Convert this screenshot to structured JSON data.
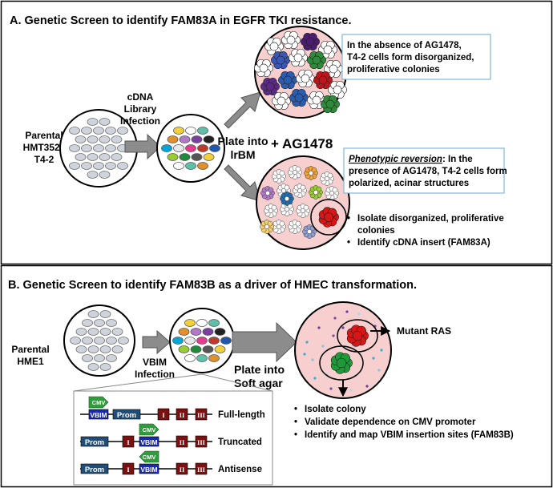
{
  "panel_a": {
    "title": "A. Genetic Screen to identify FAM83A in EGFR TKI resistance.",
    "parental": [
      "Parental",
      "HMT3522",
      "T4-2"
    ],
    "infection": [
      "cDNA",
      "Library",
      "Infection"
    ],
    "plate": [
      "Plate into",
      "lrBM"
    ],
    "drug_label": "+ AG1478",
    "box1": [
      "In the absence of AG1478,",
      "T4-2 cells form disorganized,",
      "proliferative colonies"
    ],
    "box2_italic": "Phenotypic reversion",
    "box2_rest": ": In the",
    "box2_lines": [
      "presence of AG1478, T4-2 cells form",
      "polarized, acinar structures"
    ],
    "bullets": [
      "Isolate disorganized, proliferative",
      "colonies",
      "Identify cDNA insert (FAM83A)"
    ]
  },
  "panel_b": {
    "title": "B. Genetic Screen to identify FAM83B as a driver of HMEC transformation.",
    "parental": [
      "Parental",
      "HME1"
    ],
    "infection": [
      "VBIM",
      "Infection"
    ],
    "plate": [
      "Plate into",
      "Soft agar"
    ],
    "mutant_label": "Mutant RAS",
    "bullets": [
      "Isolate colony",
      "Validate dependence on CMV promoter",
      "Identify and map VBIM insertion sites (FAM83B)"
    ],
    "constructs": [
      {
        "label": "Full-length"
      },
      {
        "label": "Truncated"
      },
      {
        "label": "Antisense"
      }
    ],
    "prom": "Prom",
    "vbim": "VBIM",
    "cmv": "CMV",
    "exons": [
      "I",
      "II",
      "III"
    ]
  },
  "colors": {
    "dish_pink": "#f7cfcf",
    "cell_gray": "#cfd4dc",
    "prom_blue": "#1f4e79",
    "vbim_blue": "#1a2aa8",
    "cmv_green": "#2e9e3a",
    "exon_red": "#7a1010",
    "box_border": "#7fb6d9",
    "arrow_gray": "#8c8c8c"
  }
}
